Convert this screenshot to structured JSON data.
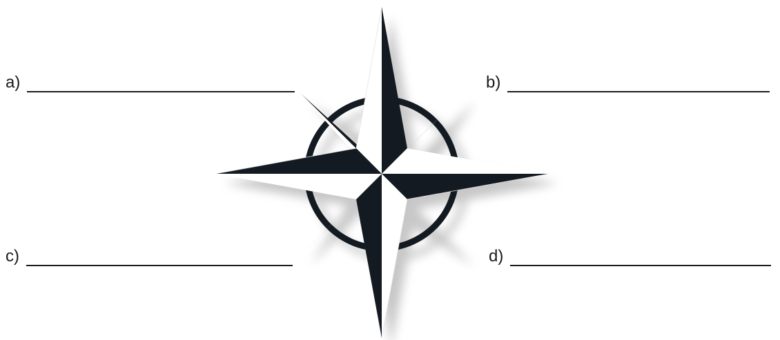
{
  "labels": {
    "a": "a)",
    "b": "b)",
    "c": "c)",
    "d": "d)"
  },
  "compass_rose": {
    "icon": "compass-rose-icon",
    "colors": {
      "dark": "#141a21",
      "light": "#ffffff",
      "shadow": "#c9c9c9"
    }
  }
}
